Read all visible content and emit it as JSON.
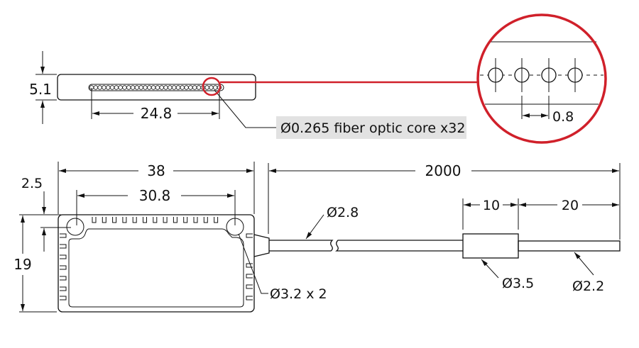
{
  "top_view": {
    "height_dim": "5.1",
    "array_width_dim": "24.8",
    "fiber_count": 32,
    "callout_label": "Ø0.265 fiber optic core x32",
    "detail_pitch_dim": "0.8"
  },
  "front_view": {
    "width_dim": "38",
    "hole_spacing_dim": "30.8",
    "hole_offset_dim": "2.5",
    "height_dim": "19",
    "hole_label": "Ø3.2 x 2"
  },
  "cable": {
    "length_dim": "2000",
    "sleeve_length_dim": "10",
    "tip_length_dim": "20",
    "cable_diameter": "Ø2.8",
    "sleeve_diameter": "Ø3.5",
    "tip_diameter": "Ø2.2"
  },
  "colors": {
    "highlight": "#d0202a",
    "callout_bg": "#e2e2e2",
    "line": "#111111"
  }
}
